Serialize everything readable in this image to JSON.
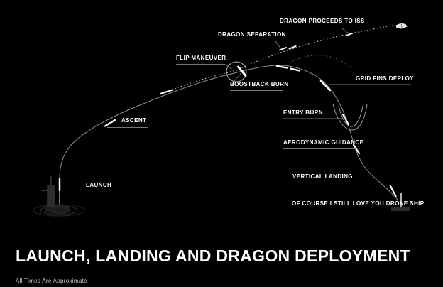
{
  "diagram": {
    "title": "LAUNCH, LANDING AND DRAGON DEPLOYMENT",
    "footnote": "All Times Are Approximate",
    "colors": {
      "background": "#000000",
      "text": "#ffffff",
      "trajectory_line": "#8f8f8f",
      "marker": "#ffffff",
      "pointer_line": "#777777"
    },
    "phases": [
      {
        "id": "launch",
        "label": "LAUNCH"
      },
      {
        "id": "ascent",
        "label": "ASCENT"
      },
      {
        "id": "flip-maneuver",
        "label": "FLIP MANEUVER"
      },
      {
        "id": "boostback-burn",
        "label": "BOOSTBACK BURN"
      },
      {
        "id": "dragon-separation",
        "label": "DRAGON SEPARATION"
      },
      {
        "id": "dragon-proceeds-to-iss",
        "label": "DRAGON PROCEEDS TO ISS"
      },
      {
        "id": "grid-fins-deploy",
        "label": "GRID FINS DEPLOY"
      },
      {
        "id": "entry-burn",
        "label": "ENTRY BURN"
      },
      {
        "id": "aerodynamic-guidance",
        "label": "AERODYNAMIC GUIDANCE"
      },
      {
        "id": "vertical-landing",
        "label": "VERTICAL LANDING"
      },
      {
        "id": "drone-ship",
        "label": "OF COURSE I STILL LOVE YOU DRONE SHIP"
      }
    ],
    "icons": {
      "launch-pad-icon": "launch tower with pad ripples",
      "rocket-marker-icon": "bright rocket position dash on trajectory",
      "flip-maneuver-circle-icon": "circle with flipping booster",
      "entry-burn-plume-icon": "nested U-shaped burn plume",
      "dragon-capsule-icon": "dragon capsule at end of dotted path",
      "drone-ship-icon": "drone ship barge with landed booster"
    }
  }
}
